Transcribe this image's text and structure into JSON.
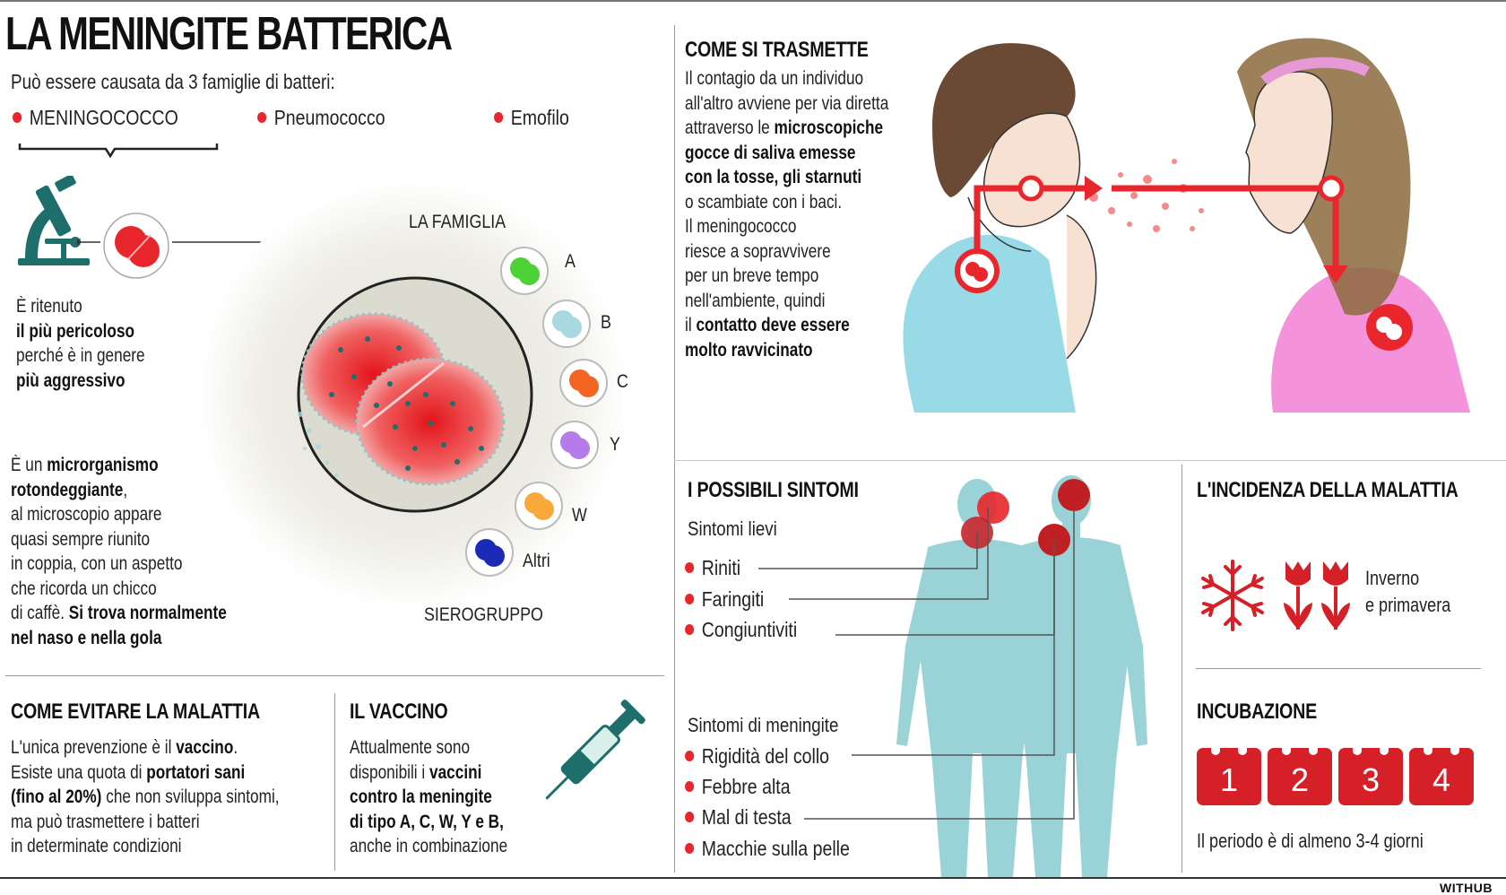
{
  "title": "LA MENINGITE BATTERICA",
  "intro": "Può essere causata da 3 famiglie di batteri:",
  "families": [
    {
      "label": "MENINGOCOCCO"
    },
    {
      "label": "Pneumococco"
    },
    {
      "label": "Emofilo"
    }
  ],
  "dangerous": {
    "l1": "È ritenuto",
    "l2": "il più pericoloso",
    "l3": "perché è in genere",
    "l4": "più aggressivo"
  },
  "microorganism": {
    "l1a": "È un ",
    "l1b": "microrganismo",
    "l2": "rotondeggiante",
    "l2b": ",",
    "l3": "al microscopio appare",
    "l4": "quasi sempre riunito",
    "l5": "in coppia, con un aspetto",
    "l6": "che ricorda un chicco",
    "l7a": "di caffè. ",
    "l7b": "Si trova normalmente",
    "l8": "nel naso e nella gola"
  },
  "family_label": "LA FAMIGLIA",
  "serogroup_label": "SIEROGRUPPO",
  "serogroups": [
    {
      "label": "A",
      "color": "#4cd137"
    },
    {
      "label": "B",
      "color": "#a8d8e0"
    },
    {
      "label": "C",
      "color": "#f26522"
    },
    {
      "label": "Y",
      "color": "#b57bea"
    },
    {
      "label": "W",
      "color": "#f7a93b"
    },
    {
      "label": "Altri",
      "color": "#1c2ab8"
    }
  ],
  "avoid": {
    "title": "COME EVITARE LA MALATTIA",
    "l1a": "L'unica prevenzione è il ",
    "l1b": "vaccino",
    "l1c": ".",
    "l2a": "Esiste una quota di ",
    "l2b": "portatori sani",
    "l3a": "(fino al 20%)",
    "l3b": " che non sviluppa sintomi,",
    "l4": "ma può trasmettere i batteri",
    "l5": "in determinate condizioni"
  },
  "vaccine": {
    "title": "IL VACCINO",
    "l1": "Attualmente sono",
    "l2a": "disponibili i ",
    "l2b": "vaccini",
    "l3": "contro la meningite",
    "l4": "di tipo A, C, W, Y e B,",
    "l5": "anche in combinazione"
  },
  "transmission": {
    "title": "COME SI TRASMETTE",
    "l1": "Il contagio da un individuo",
    "l2": "all'altro avviene per via diretta",
    "l3a": "attraverso le ",
    "l3b": "microscopiche",
    "l4": "gocce di saliva emesse",
    "l5": "con la tosse, gli starnuti",
    "l6": "o scambiate con i baci.",
    "l7": "Il meningococco",
    "l8": "riesce a sopravvivere",
    "l9": "per un breve tempo",
    "l10": "nell'ambiente, quindi",
    "l11a": "il ",
    "l11b": "contatto deve essere",
    "l12": "molto ravvicinato"
  },
  "symptoms": {
    "title": "I POSSIBILI SINTOMI",
    "mild_title": "Sintomi lievi",
    "mild": [
      "Riniti",
      "Faringiti",
      "Congiuntiviti"
    ],
    "men_title": "Sintomi di meningite",
    "men": [
      "Rigidità del collo",
      "Febbre alta",
      "Mal di testa",
      "Macchie sulla pelle"
    ]
  },
  "incidence": {
    "title": "L'INCIDENZA DELLA MALATTIA",
    "l1": "Inverno",
    "l2": "e primavera"
  },
  "incubation": {
    "title": "INCUBAZIONE",
    "days": [
      "1",
      "2",
      "3",
      "4"
    ],
    "note": "Il periodo è di almeno 3-4 giorni"
  },
  "credit": "WITHUB",
  "colors": {
    "accent": "#e8262c",
    "dark_red": "#d52027",
    "body": "#8fcfd3",
    "teal": "#1e6f6b"
  }
}
